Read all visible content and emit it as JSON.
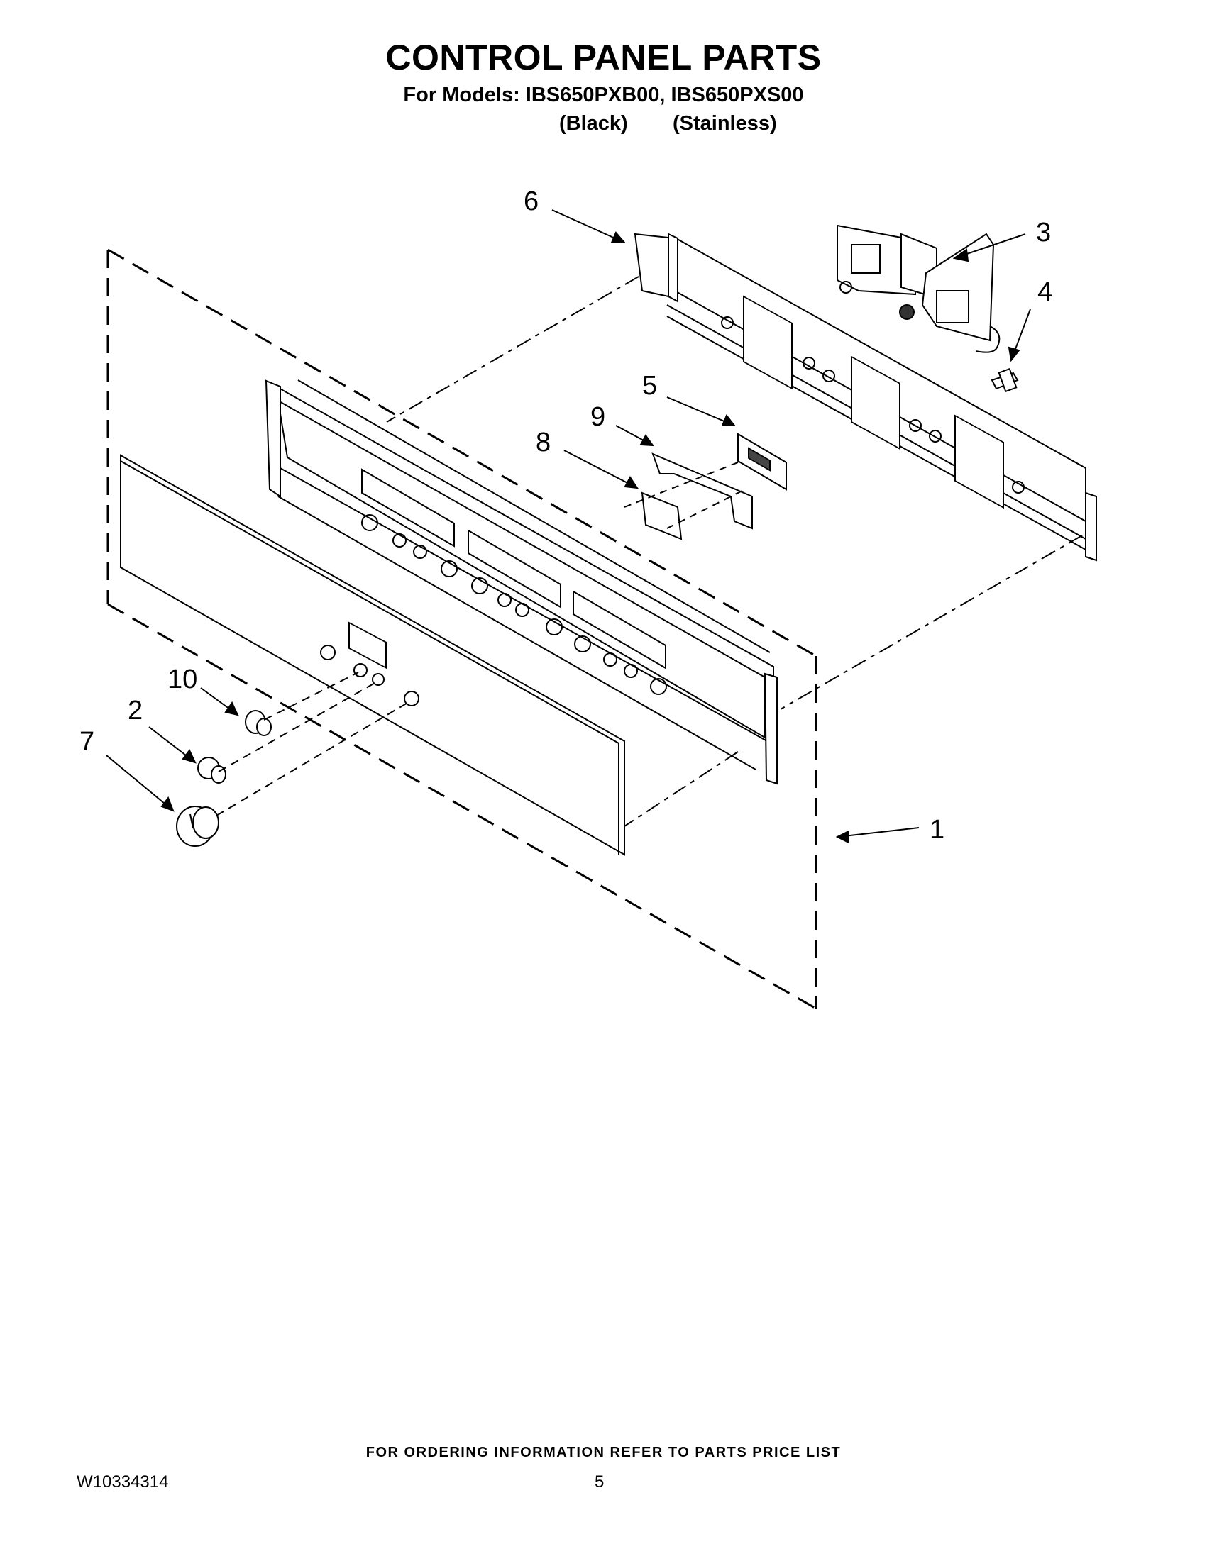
{
  "header": {
    "title": "CONTROL PANEL PARTS",
    "models_line": "For Models: IBS650PXB00, IBS650PXS00",
    "variant_black": "(Black)",
    "variant_stainless": "(Stainless)"
  },
  "diagram": {
    "callouts": [
      "1",
      "2",
      "3",
      "4",
      "5",
      "6",
      "7",
      "8",
      "9",
      "10"
    ]
  },
  "footer": {
    "note": "FOR ORDERING INFORMATION REFER TO PARTS PRICE LIST",
    "doc_id": "W10334314",
    "page": "5"
  }
}
